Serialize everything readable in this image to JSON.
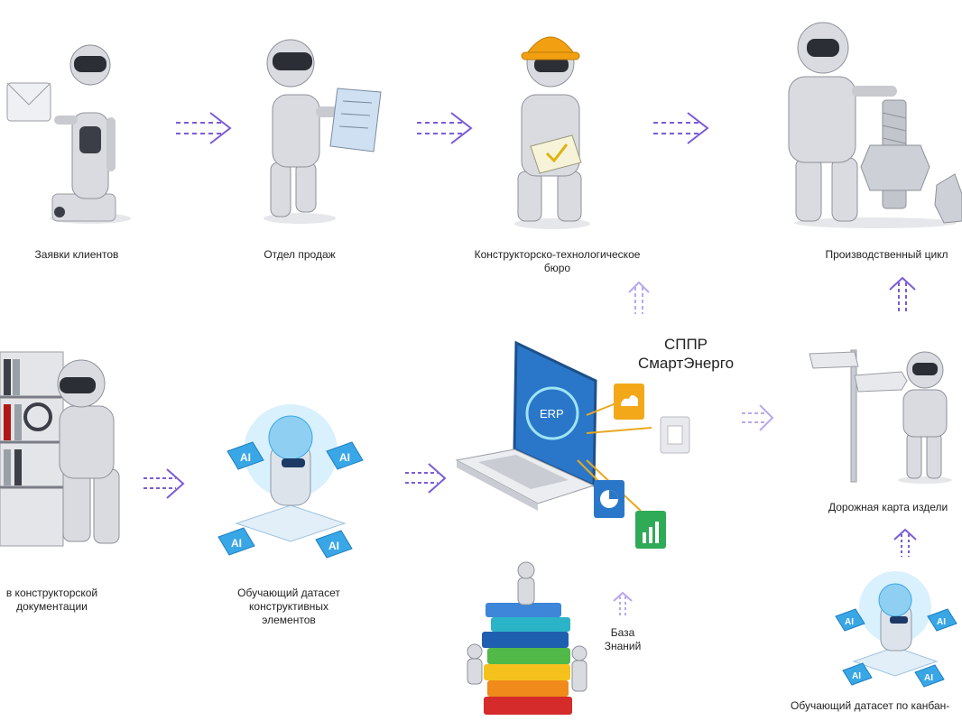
{
  "colors": {
    "arrow": "#7b5cd6",
    "arrow_light": "#b9a8ee",
    "robot_body": "#d9dbe0",
    "robot_dark": "#3b3e46",
    "ai_blue": "#39a7e6",
    "ai_glow": "#bfe6fb",
    "helmet": "#f2a012"
  },
  "top_row": [
    {
      "label": "Заявки клиентов",
      "icon": "robot-with-envelope-icon"
    },
    {
      "label": "Отдел продаж",
      "icon": "robot-with-tablet-icon"
    },
    {
      "label": "Конструкторско-технологическое\nбюро",
      "icon": "robot-with-hardhat-icon"
    },
    {
      "label": "Производственный цикл",
      "icon": "robot-with-bolt-icon"
    }
  ],
  "bottom_row": [
    {
      "label": "в конструкторской\nдокументации",
      "icon": "robot-archive-icon"
    },
    {
      "label": "Обучающий датасет\nконструктивных\nэлементов",
      "icon": "ai-dataset-icon"
    },
    {
      "label": "СППР\nСмартЭнерго",
      "icon": "erp-laptop-icon"
    },
    {
      "label": "Дорожная карта издели",
      "icon": "robot-signpost-icon"
    }
  ],
  "knowledge_base": {
    "label": "База\nЗнаний",
    "icon": "books-robots-icon"
  },
  "kanban_dataset": {
    "label": "Обучающий датасет по канбан-",
    "icon": "ai-dataset-icon"
  },
  "erp_text": "ERP"
}
